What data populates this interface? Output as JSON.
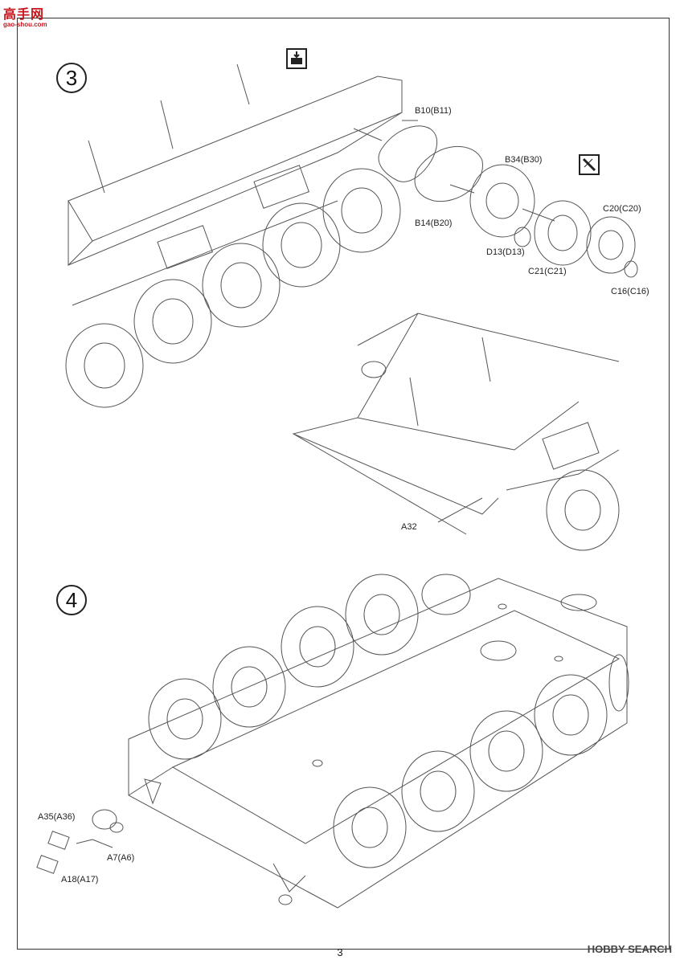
{
  "watermark": {
    "site_name": "高手网",
    "site_url": "gao-shou.com"
  },
  "steps": [
    {
      "number": "3"
    },
    {
      "number": "4"
    }
  ],
  "step3_labels": {
    "b10": "B10(B11)",
    "b34": "B34(B30)",
    "b14": "B14(B20)",
    "c20": "C20(C20)",
    "d13": "D13(D13)",
    "c21": "C21(C21)",
    "c16": "C16(C16)",
    "a32": "A32"
  },
  "step4_labels": {
    "a35": "A35(A36)",
    "a7": "A7(A6)",
    "a18": "A18(A17)"
  },
  "icons": {
    "glue_icon": "cement-tube-icon",
    "assembly_icon": "bracket-assembly-icon"
  },
  "footer": {
    "page_number": "3",
    "brand": "HOBBY SEARCH"
  }
}
